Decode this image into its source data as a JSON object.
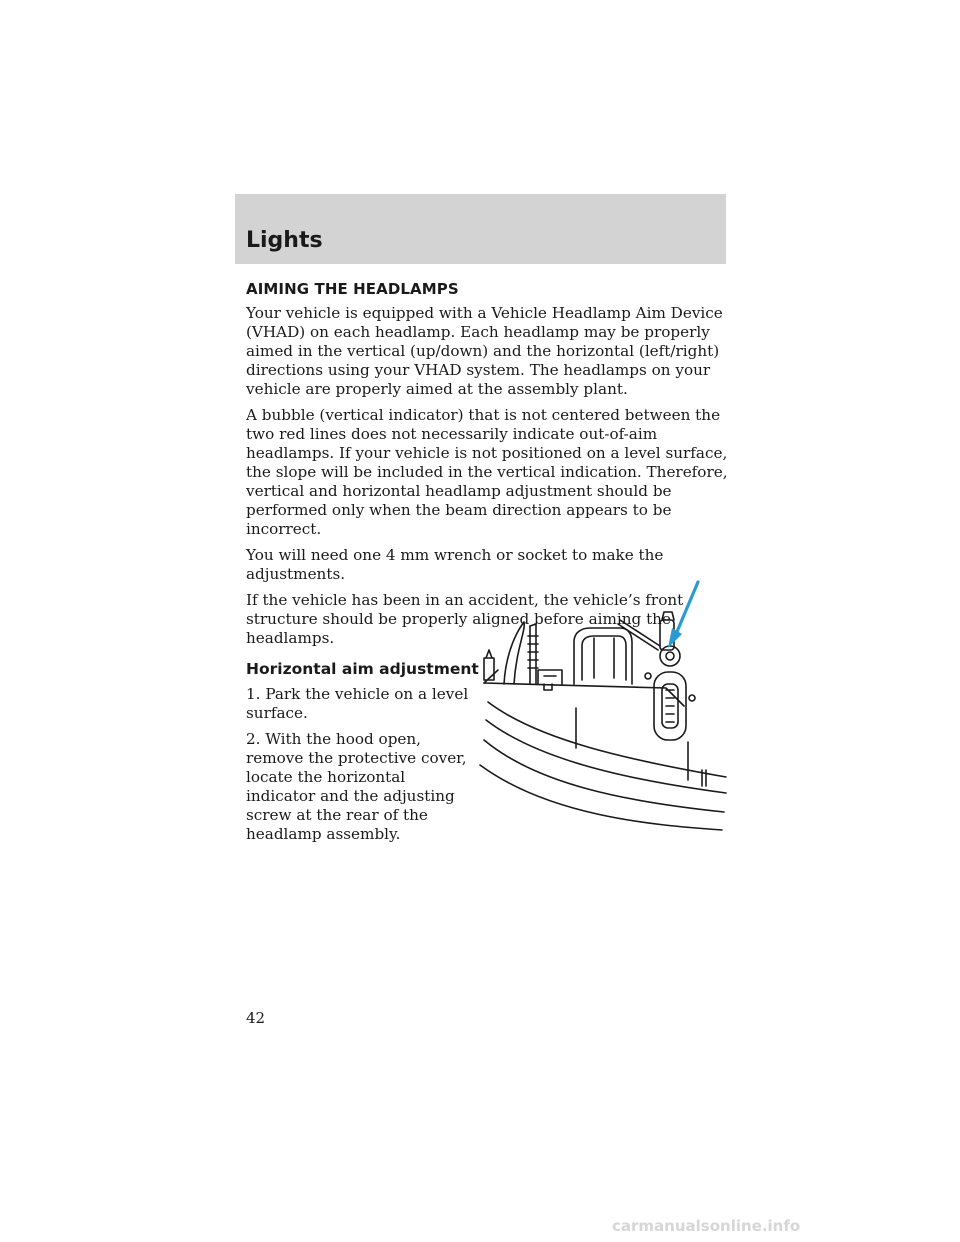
{
  "header": {
    "section_title": "Lights"
  },
  "article": {
    "heading": "AIMING THE HEADLAMPS",
    "paragraphs": [
      "Your vehicle is equipped with a Vehicle Headlamp Aim Device (VHAD) on each headlamp. Each headlamp may be properly aimed in the vertical (up/down) and the horizontal (left/right) directions using your VHAD system. The headlamps on your vehicle are properly aimed at the assembly plant.",
      "A bubble (vertical indicator) that is not centered between the two red lines does not necessarily indicate out-of-aim headlamps. If your vehicle is not positioned on a level surface, the slope will be included in the vertical indication. Therefore, vertical and horizontal headlamp adjustment should be performed only when the beam direction appears to be incorrect.",
      "You will need one 4 mm wrench or socket to make the adjustments.",
      "If the vehicle has been in an accident, the vehicle’s front structure should be properly aligned before aiming the headlamps."
    ],
    "subheading": "Horizontal aim adjustment",
    "steps": [
      "1. Park the vehicle on a level surface.",
      "2. With the hood open, remove the protective cover, locate the horizontal indicator and the adjusting screw at the rear of the headlamp assembly."
    ]
  },
  "figure": {
    "arrow_color": "#2a9ad6"
  },
  "footer": {
    "page_number": "42",
    "watermark": "carmanualsonline.info"
  }
}
